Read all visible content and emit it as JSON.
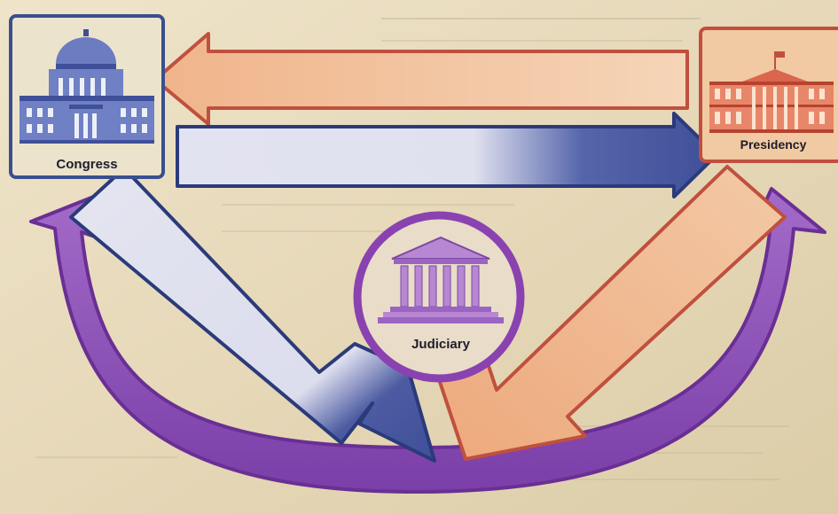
{
  "diagram": {
    "nodes": {
      "congress": {
        "label": "Congress",
        "icon": "capitol-building-icon",
        "border_color": "#3a4f8e",
        "fill": "#ece3cc"
      },
      "presidency": {
        "label": "Presidency",
        "icon": "white-house-icon",
        "border_color": "#c0503e",
        "fill": "#f1c9a2"
      },
      "judiciary": {
        "label": "Judiciary",
        "icon": "courthouse-icon",
        "border_color": "#8a42b0",
        "fill": "#e9dcc8"
      }
    },
    "arrows": [
      {
        "from": "presidency",
        "to": "congress",
        "color": "#f2b98f",
        "outline": "#c0503e"
      },
      {
        "from": "congress",
        "to": "presidency",
        "color": "#4a5aa8",
        "outline": "#2b3a7a"
      },
      {
        "from": "congress",
        "to": "judiciary",
        "color": "#4a5aa8",
        "outline": "#2b3a7a"
      },
      {
        "from": "presidency",
        "to": "judiciary",
        "color": "#f2b98f",
        "outline": "#c0503e"
      },
      {
        "from": "judiciary",
        "to": "congress",
        "color": "#8f52b8",
        "outline": "#6a2f94"
      },
      {
        "from": "judiciary",
        "to": "presidency",
        "color": "#8f52b8",
        "outline": "#6a2f94"
      }
    ]
  }
}
